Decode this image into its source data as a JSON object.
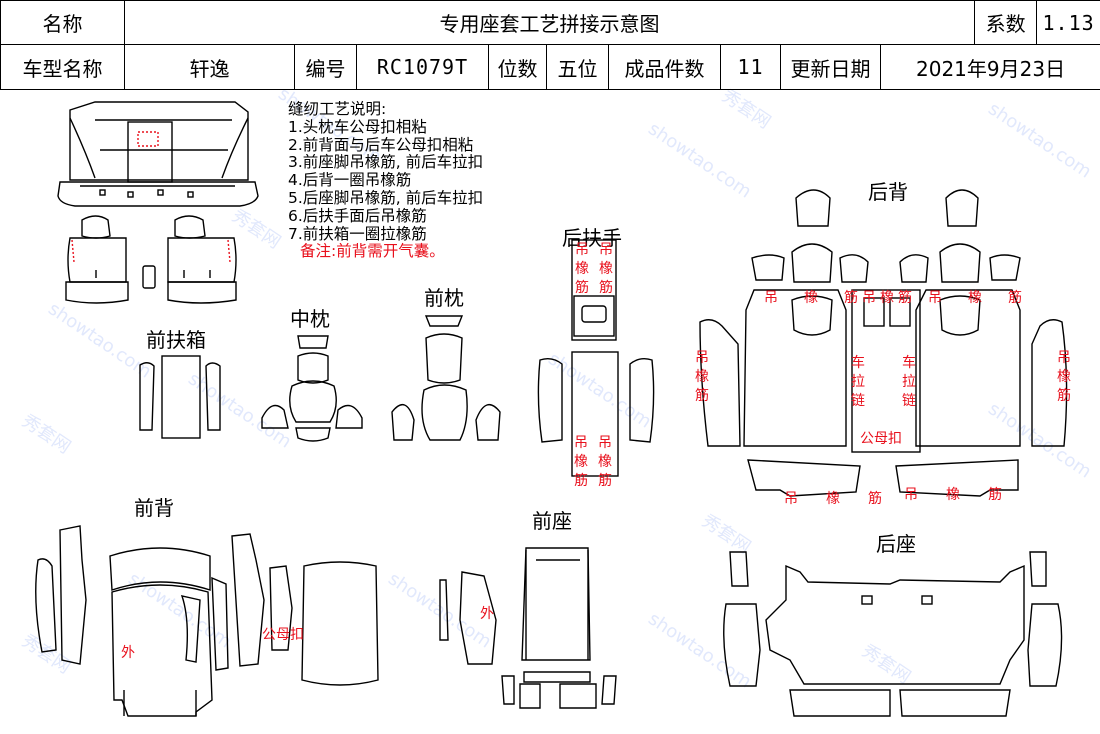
{
  "header": {
    "name_label": "名称",
    "title": "专用座套工艺拼接示意图",
    "coef_label": "系数",
    "coef_value": "1.13",
    "model_label": "车型名称",
    "model_value": "轩逸",
    "code_label": "编号",
    "code_value": "RC1079T",
    "seats_label": "位数",
    "seats_value": "五位",
    "pieces_label": "成品件数",
    "pieces_value": "11",
    "date_label": "更新日期",
    "date_value": "2021年9月23日"
  },
  "notes": {
    "title": "缝纫工艺说明:",
    "items": [
      "1.头枕车公母扣相粘",
      "2.前背面与后车公母扣相粘",
      "3.前座脚吊橡筋, 前后车拉扣",
      "4.后背一圈吊橡筋",
      "5.后座脚吊橡筋, 前后车拉扣",
      "6.后扶手面后吊橡筋",
      "7.前扶箱一圈拉橡筋"
    ],
    "remark": "备注:前背需开气囊。"
  },
  "sections": {
    "front_armbox": "前扶箱",
    "middle_pillow": "中枕",
    "front_pillow": "前枕",
    "rear_armrest": "后扶手",
    "rear_back": "后背",
    "front_back": "前背",
    "front_seat": "前座",
    "rear_seat": "后座"
  },
  "annotations": {
    "hang_elastic": "吊橡筋",
    "pull_zipper": "车拉链",
    "snap": "公母扣",
    "outer": "外"
  },
  "watermark": {
    "brand": "秀套网",
    "site": "showtao.com"
  },
  "colors": {
    "annotation": "#e8101c",
    "watermark": "#8aa6f0"
  }
}
